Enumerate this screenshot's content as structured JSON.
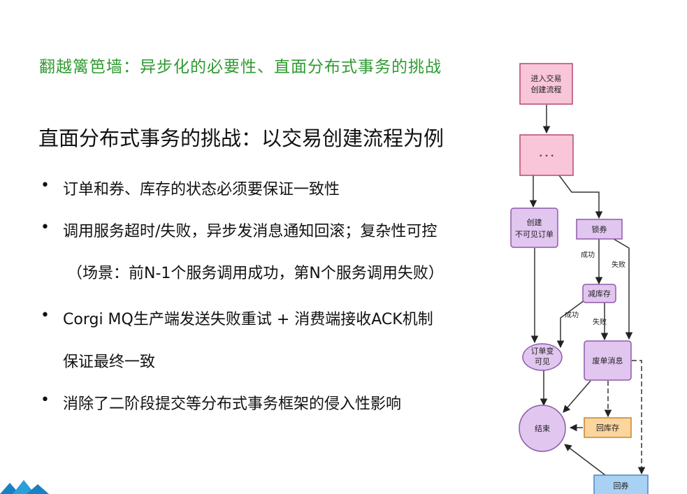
{
  "slide": {
    "title": "翻越篱笆墙：异步化的必要性、直面分布式事务的挑战",
    "subtitle": "直面分布式事务的挑战：以交易创建流程为例",
    "bullet_symbol": "•",
    "bullets": [
      {
        "text": "订单和券、库存的状态必须要保证一致性"
      },
      {
        "text": "调用服务超时/失败，异步发消息通知回滚；复杂性可控",
        "continuation": "（场景：前N-1个服务调用成功，第N个服务调用失败）"
      },
      {
        "text": "Corgi MQ生产端发送失败重试 + 消费端接收ACK机制",
        "continuation": "保证最终一致"
      },
      {
        "text": "消除了二阶段提交等分布式事务框架的侵入性影响"
      }
    ]
  },
  "diagram": {
    "nodes": {
      "start": {
        "line1": "进入交易",
        "line2": "创建流程"
      },
      "dots": {
        "label": "• • •"
      },
      "create_invisible": {
        "line1": "创建",
        "line2": "不可见订单"
      },
      "lock_coupon": {
        "label": "锁券"
      },
      "reduce_stock": {
        "label": "减库存"
      },
      "order_visible": {
        "line1": "订单变",
        "line2": "可见"
      },
      "cancel_msg": {
        "label": "废单消息"
      },
      "end": {
        "label": "结束"
      },
      "return_stock": {
        "label": "回库存"
      },
      "return_coupon": {
        "label": "回券"
      }
    },
    "edge_labels": {
      "lock_success": "成功",
      "lock_fail": "失败",
      "stock_success": "成功",
      "stock_fail": "失败"
    },
    "colors": {
      "pink_fill": "#f9c5d9",
      "pink_stroke": "#b5486d",
      "purple_fill": "#e1c6f0",
      "purple_stroke": "#8e5aa8",
      "orange_fill": "#fbd59d",
      "orange_stroke": "#c8842c",
      "blue_fill": "#a9d1f4",
      "blue_stroke": "#4d86c0",
      "title_green": "#2e9a30"
    }
  }
}
